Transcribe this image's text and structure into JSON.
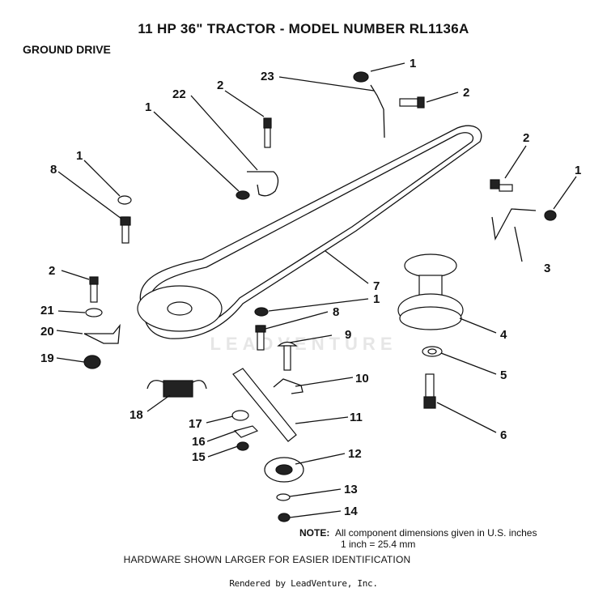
{
  "header": {
    "title": "11 HP  36\"  TRACTOR  - MODEL NUMBER RL1136A",
    "section": "GROUND DRIVE"
  },
  "callouts": [
    "1",
    "2",
    "23",
    "22",
    "2",
    "1",
    "1",
    "8",
    "2",
    "1",
    "3",
    "7",
    "2",
    "1",
    "21",
    "8",
    "20",
    "9",
    "4",
    "19",
    "5",
    "10",
    "18",
    "17",
    "11",
    "16",
    "6",
    "15",
    "12",
    "13",
    "14"
  ],
  "note": {
    "label": "NOTE:",
    "line1": "All component dimensions given in U.S. inches",
    "line2": "1 inch = 25.4 mm"
  },
  "footer": {
    "hardware_note": "HARDWARE SHOWN LARGER FOR EASIER IDENTIFICATION",
    "rendered_by": "Rendered by LeadVenture, Inc."
  },
  "watermark": "LEADVENTURE"
}
